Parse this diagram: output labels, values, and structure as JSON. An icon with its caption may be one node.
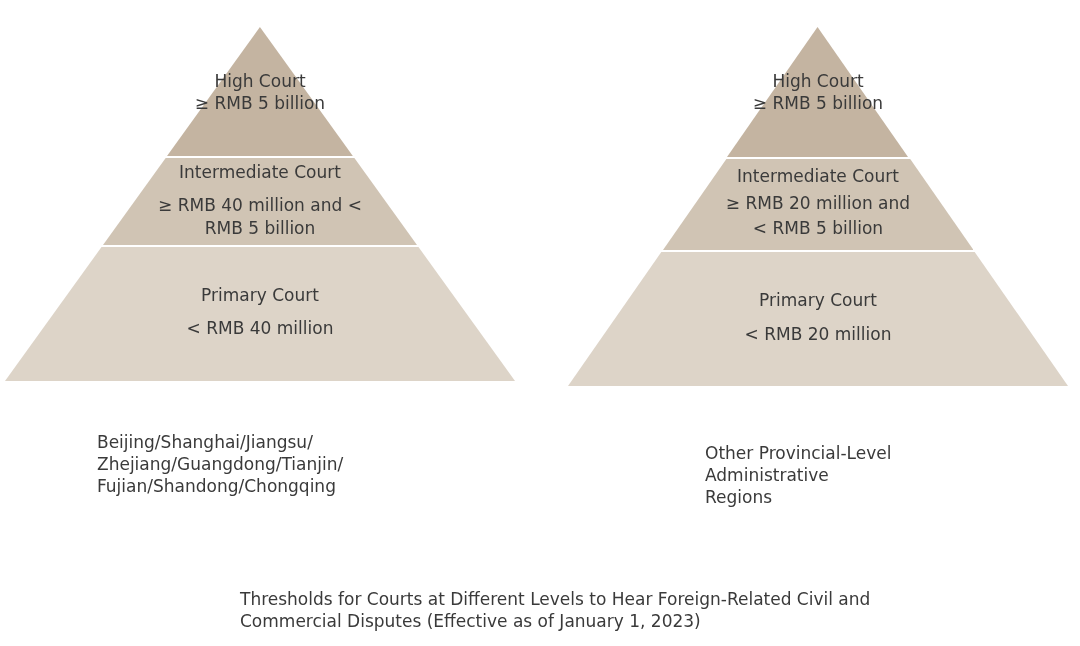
{
  "diagram": {
    "caption": "Thresholds for Courts at Different Levels to Hear Foreign-Related Civil and Commercial Disputes (Effective as of January 1, 2023)",
    "nodes": [
      {
        "text": [
          "High Court",
          "≥ RMB 5 billion"
        ]
      },
      {
        "text": [
          "Intermediate Court",
          "≥ RMB 40 million and < RMB 5 billion"
        ]
      },
      {
        "text": [
          "Primary Court",
          "< RMB 40 million"
        ]
      },
      {
        "text": [
          "High Court",
          "≥ RMB 5 billion"
        ]
      },
      {
        "text": [
          "Intermediate Court",
          "≥ RMB 20 million and < RMB 5 billion"
        ]
      },
      {
        "text": [
          "Primary Court",
          "< RMB 20 million"
        ]
      }
    ],
    "labels": [
      "Beijing/Shanghai/Jiangsu/ Zhejiang/Guangdong/Tianjin/ Fujian/Shandong/Chongqing",
      "Other Provincial-Level Administrative Regions"
    ]
  }
}
